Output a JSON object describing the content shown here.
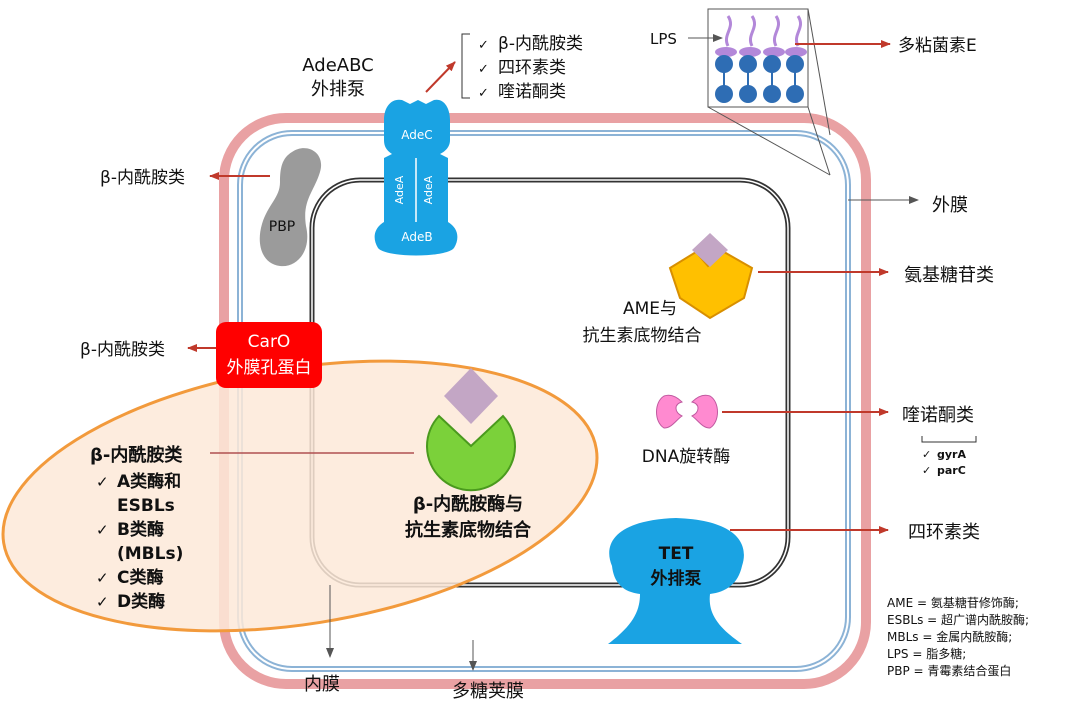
{
  "colors": {
    "capsule": "#e9a1a3",
    "outer_membrane": "#8cb3d6",
    "inner_membrane": "#333333",
    "pump": "#1aa3e3",
    "pbp": "#9b9b9b",
    "caro": "#ff0000",
    "ame_enzyme": "#ffc000",
    "beta_enzyme": "#7bd13a",
    "substrate": "#c3a6c5",
    "dna_gyrase": "#ff8ad0",
    "ellipse_stroke": "#f29a3c",
    "ellipse_fill": "#fde9d8",
    "arrow_red": "#c0392b",
    "arrow_gray": "#555555",
    "lps_head": "#2e6db4",
    "lps_tail": "#b388d9"
  },
  "icons": {
    "check": "✓"
  },
  "pump_adeabc": {
    "title_line1": "AdeABC",
    "title_line2": "外排泵",
    "part_c": "AdeC",
    "part_a": "AdeA",
    "part_b": "AdeB",
    "targets": [
      "β-内酰胺类",
      "四环素类",
      "喹诺酮类"
    ]
  },
  "lps": {
    "label": "LPS",
    "target": "多粘菌素E"
  },
  "pbp": {
    "label": "PBP",
    "target": "β-内酰胺类"
  },
  "caro": {
    "line1": "CarO",
    "line2": "外膜孔蛋白",
    "target": "β-内酰胺类"
  },
  "membranes": {
    "outer": "外膜",
    "inner": "内膜",
    "capsule": "多糖荚膜"
  },
  "ame": {
    "line1": "AME与",
    "line2": "抗生素底物结合",
    "target": "氨基糖苷类"
  },
  "dna_gyrase": {
    "label": "DNA旋转酶",
    "target": "喹诺酮类",
    "genes": [
      "gyrA",
      "parC"
    ]
  },
  "beta_enzyme": {
    "line1": "β-内酰胺酶与",
    "line2": "抗生素底物结合"
  },
  "beta_list": {
    "title": "β-内酰胺类",
    "items": [
      {
        "line1": "A类酶和",
        "line2": "ESBLs"
      },
      {
        "line1": "B类酶",
        "line2": "(MBLs)"
      },
      {
        "line1": "C类酶"
      },
      {
        "line1": "D类酶"
      }
    ]
  },
  "tet": {
    "line1": "TET",
    "line2": "外排泵",
    "target": "四环素类"
  },
  "legend": [
    "AME = 氨基糖苷修饰酶;",
    "ESBLs = 超广谱内酰胺酶;",
    "MBLs = 金属内酰胺酶;",
    "LPS = 脂多糖;",
    "PBP = 青霉素结合蛋白"
  ]
}
